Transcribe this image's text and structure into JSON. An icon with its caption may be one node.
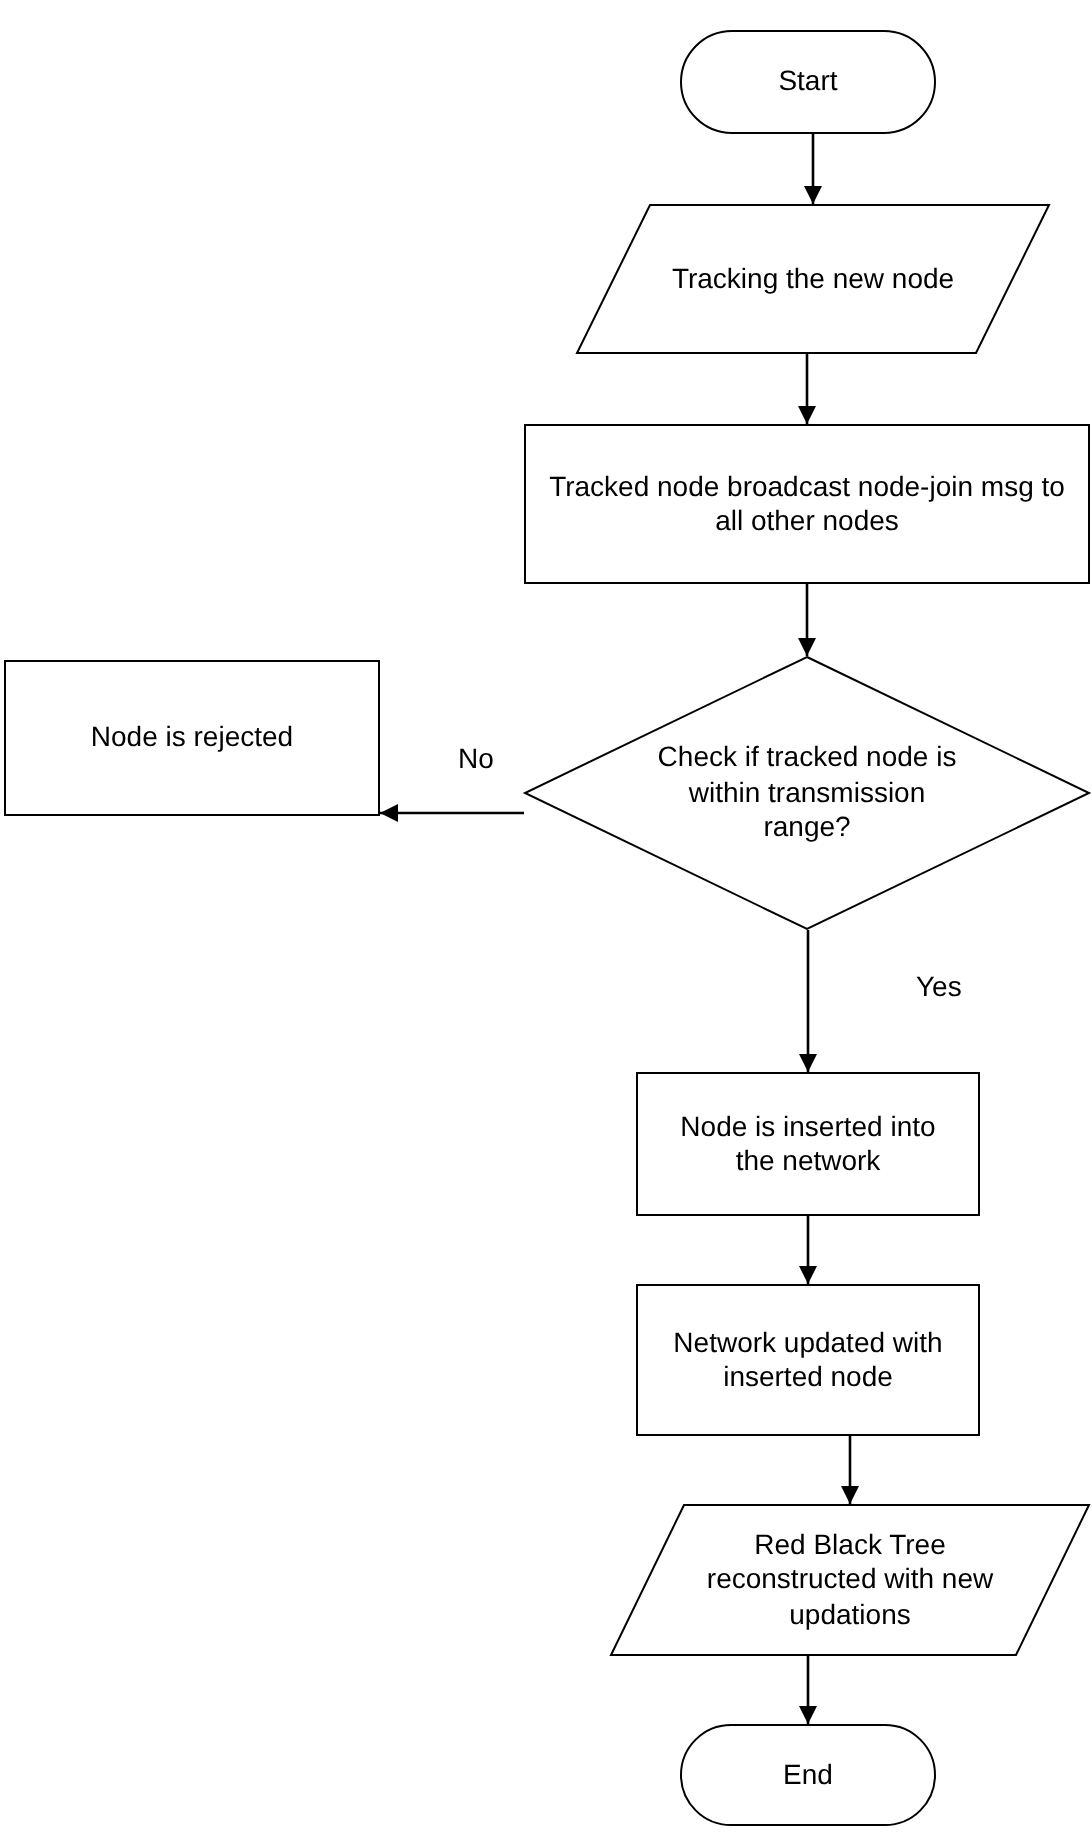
{
  "diagram": {
    "nodes": [
      {
        "text": [
          "Start"
        ]
      },
      {
        "text": [
          "Tracking the new node"
        ]
      },
      {
        "text": [
          "Tracked node broadcast node-join msg to all other nodes"
        ]
      },
      {
        "text": [
          "Check if tracked node is within transmission range?"
        ]
      },
      {
        "text": [
          "Node is rejected"
        ]
      },
      {
        "text": [
          "Node is inserted into the network"
        ]
      },
      {
        "text": [
          "Network updated with inserted node"
        ]
      },
      {
        "text": [
          "Red Black Tree reconstructed with new updations"
        ]
      },
      {
        "text": [
          "End"
        ]
      }
    ],
    "edges": [
      {
        "from": 0,
        "to": 1,
        "arrow": "to"
      },
      {
        "from": 1,
        "to": 2,
        "arrow": "to"
      },
      {
        "from": 2,
        "to": 3,
        "arrow": "to"
      },
      {
        "from": 3,
        "to": 4,
        "arrow": "to",
        "label": "No"
      },
      {
        "from": 3,
        "to": 5,
        "arrow": "to",
        "label": "Yes"
      },
      {
        "from": 5,
        "to": 6,
        "arrow": "to"
      },
      {
        "from": 6,
        "to": 7,
        "arrow": "to"
      },
      {
        "from": 7,
        "to": 8,
        "arrow": "to"
      }
    ]
  }
}
